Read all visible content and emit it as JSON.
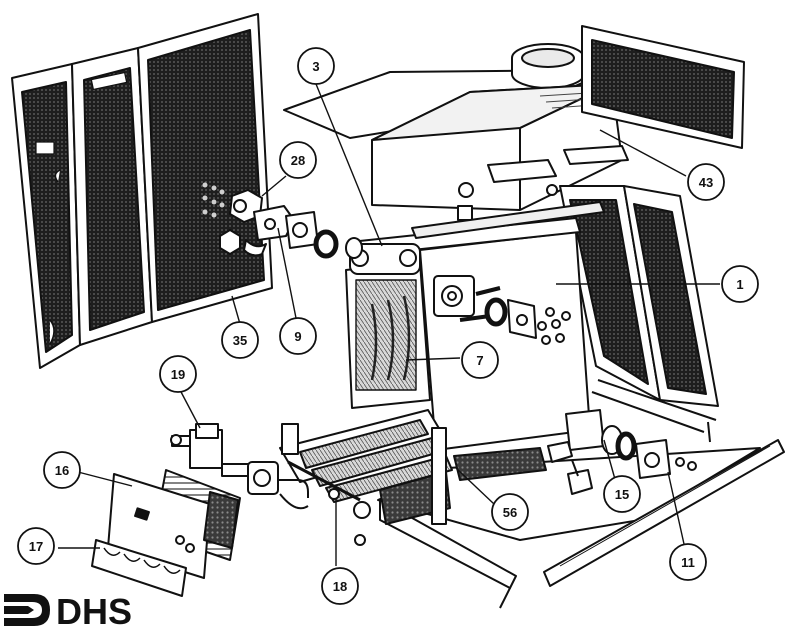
{
  "diagram": {
    "callouts": [
      {
        "id": "c3",
        "label": "3"
      },
      {
        "id": "c28",
        "label": "28"
      },
      {
        "id": "c43",
        "label": "43"
      },
      {
        "id": "c1",
        "label": "1"
      },
      {
        "id": "c35",
        "label": "35"
      },
      {
        "id": "c9",
        "label": "9"
      },
      {
        "id": "c7",
        "label": "7"
      },
      {
        "id": "c19",
        "label": "19"
      },
      {
        "id": "c16",
        "label": "16"
      },
      {
        "id": "c17",
        "label": "17"
      },
      {
        "id": "c56",
        "label": "56"
      },
      {
        "id": "c15",
        "label": "15"
      },
      {
        "id": "c11",
        "label": "11"
      },
      {
        "id": "c18",
        "label": "18"
      }
    ]
  },
  "logo": {
    "text": "DHS",
    "color": "#111111"
  },
  "colors": {
    "line": "#111111",
    "mesh": "#2a2a2a",
    "background": "#ffffff"
  }
}
